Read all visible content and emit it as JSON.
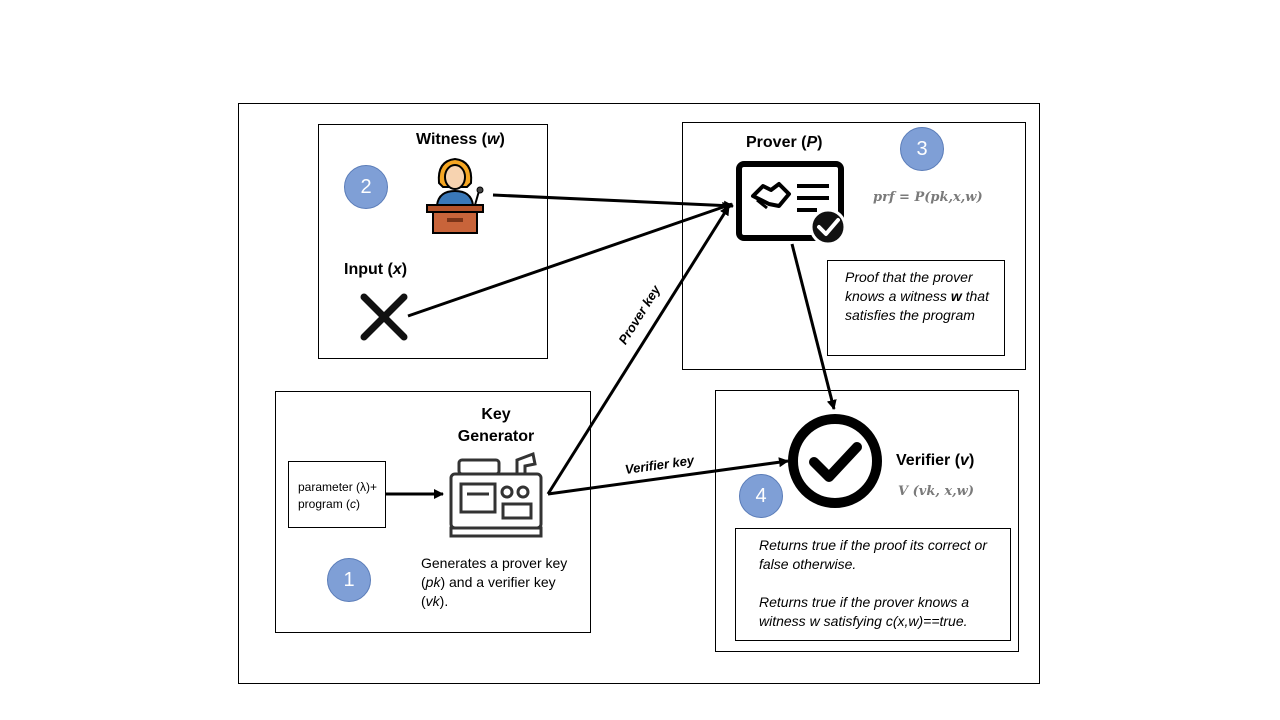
{
  "nodes": {
    "witness": {
      "title": "Witness (",
      "var": "w",
      "close": ")"
    },
    "input": {
      "title": "Input (",
      "var": "x",
      "close": ")"
    },
    "prover": {
      "title": "Prover (",
      "var": "P",
      "close": ")",
      "formula": "prf = P(pk,x,w)",
      "note_pre": "Proof that the prover knows a witness ",
      "note_bold": "w",
      "note_post": " that satisfies the program"
    },
    "keygen": {
      "title_line1": "Key",
      "title_line2": "Generator",
      "input_line1": "parameter (λ)+",
      "input_line2_pre": "program (",
      "input_line2_var": "c",
      "input_line2_post": ")",
      "desc_1": "Generates a prover key",
      "desc_2_pre": "(",
      "desc_2_var": "pk",
      "desc_2_post": ") and a verifier key",
      "desc_3_pre": "(",
      "desc_3_var": "vk",
      "desc_3_post": ")."
    },
    "verifier": {
      "title": "Verifier (",
      "var": "v",
      "close": ")",
      "formula": "V (vk,  x,w)",
      "note_1": "Returns true if the proof its correct or false otherwise.",
      "note_2": "Returns true if the prover knows a witness w satisfying c(x,w)==true."
    }
  },
  "badges": {
    "one": "1",
    "two": "2",
    "three": "3",
    "four": "4"
  },
  "edges": {
    "prover_key": "Prover key",
    "verifier_key": "Verifier key"
  },
  "colors": {
    "badge": "#7f9fd6",
    "witness_hair": "#f5a623",
    "podium": "#b5532a",
    "cross": "#111111"
  },
  "icons": [
    "person-at-podium-icon",
    "cross-icon",
    "certificate-icon",
    "generator-icon",
    "checkmark-circle-icon"
  ]
}
